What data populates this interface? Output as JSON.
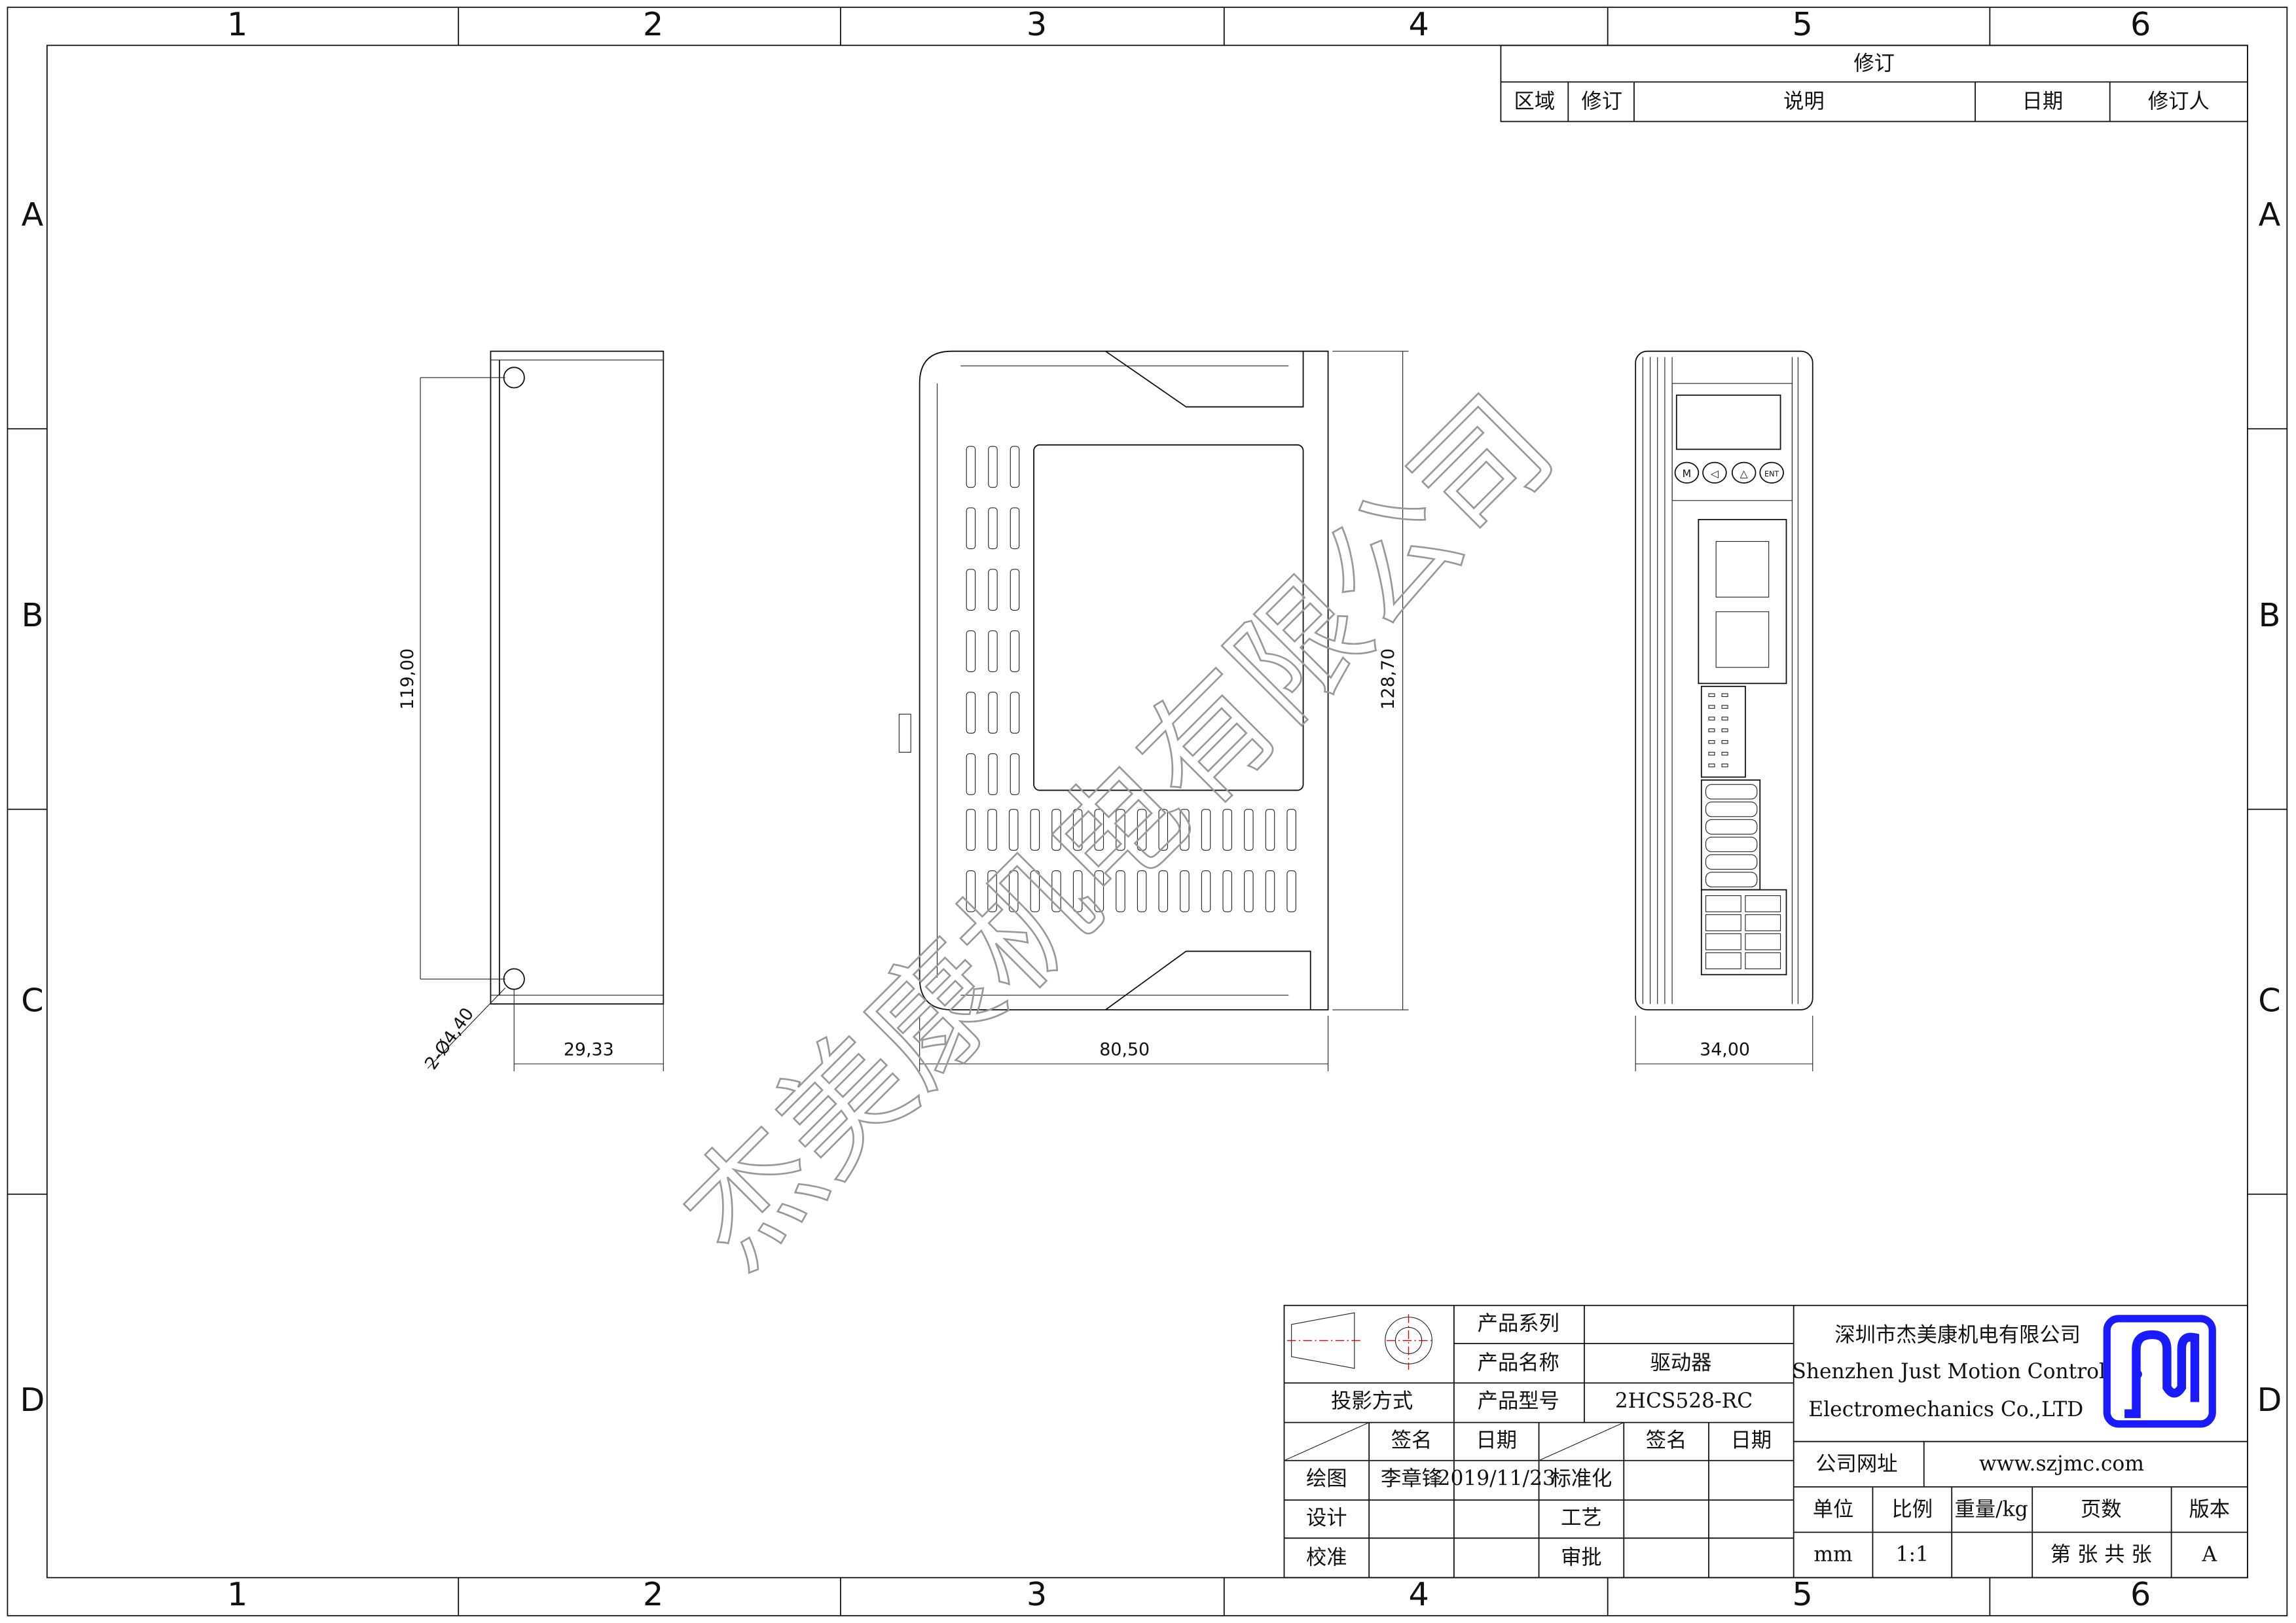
{
  "frame": {
    "columns": [
      "1",
      "2",
      "3",
      "4",
      "5",
      "6"
    ],
    "rows": [
      "A",
      "B",
      "C",
      "D"
    ]
  },
  "revision_table": {
    "title": "修订",
    "headers": [
      "区域",
      "修订",
      "说明",
      "日期",
      "修订人"
    ]
  },
  "dimensions": {
    "side_height": "119,00",
    "side_width": "29,33",
    "holes": "2-Ø4,40",
    "front_width": "80,50",
    "front_height": "128,70",
    "end_width": "34,00"
  },
  "panel_buttons": [
    "M",
    "◁",
    "△",
    "ENT"
  ],
  "watermark": "杰美康机电有限公司",
  "title_block": {
    "projection_label": "投影方式",
    "series_label": "产品系列",
    "series_value": "",
    "name_label": "产品名称",
    "name_value": "驱动器",
    "model_label": "产品型号",
    "model_value": "2HCS528-RC",
    "sign_header": "签名",
    "date_header": "日期",
    "sign_header2": "签名",
    "date_header2": "日期",
    "drawn_label": "绘图",
    "drawn_by": "李章锋",
    "drawn_date": "2019/11/23",
    "standard_label": "标准化",
    "design_label": "设计",
    "process_label": "工艺",
    "check_label": "校准",
    "approve_label": "审批",
    "company_cn": "深圳市杰美康机电有限公司",
    "company_en1": "Shenzhen Just Motion Control",
    "company_en2": "Electromechanics Co.,LTD",
    "website_label": "公司网址",
    "website": "www.szjmc.com",
    "unit_label": "单位",
    "scale_label": "比例",
    "weight_label": "重量/kg",
    "pages_label": "页数",
    "version_label": "版本",
    "unit_value": "mm",
    "scale_value": "1:1",
    "weight_value": "",
    "pages_value": "第 张 共 张",
    "version_value": "A",
    "logo_color": "#1a1aff"
  }
}
